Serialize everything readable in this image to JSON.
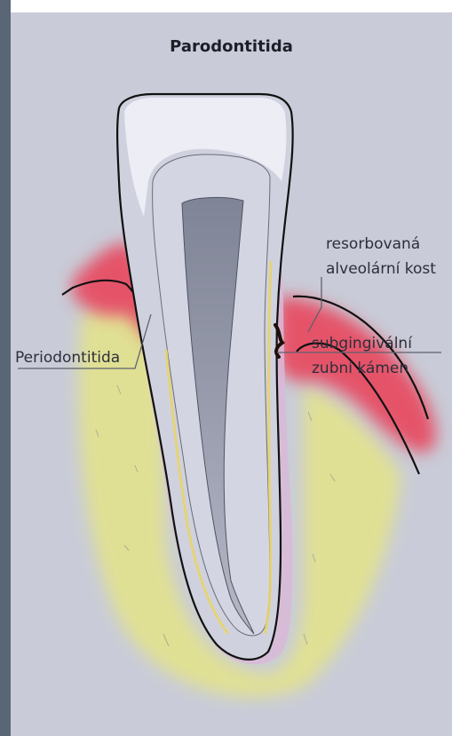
{
  "title": "Parodontitida",
  "labels": {
    "resorbed_bone_line1": "resorbovaná",
    "resorbed_bone_line2": "alveolární kost",
    "periodontitis": "Periodontitida",
    "calculus_line1": "subgingivální",
    "calculus_line2": "zubní kámen"
  },
  "colors": {
    "paper": "#c9ccd8",
    "gum_inflammation": "#e8455a",
    "bone": "#e6e68a",
    "enamel": "#f0f0f6",
    "root_lining": "#d9b8d8",
    "pulp": "#8e93a2"
  }
}
